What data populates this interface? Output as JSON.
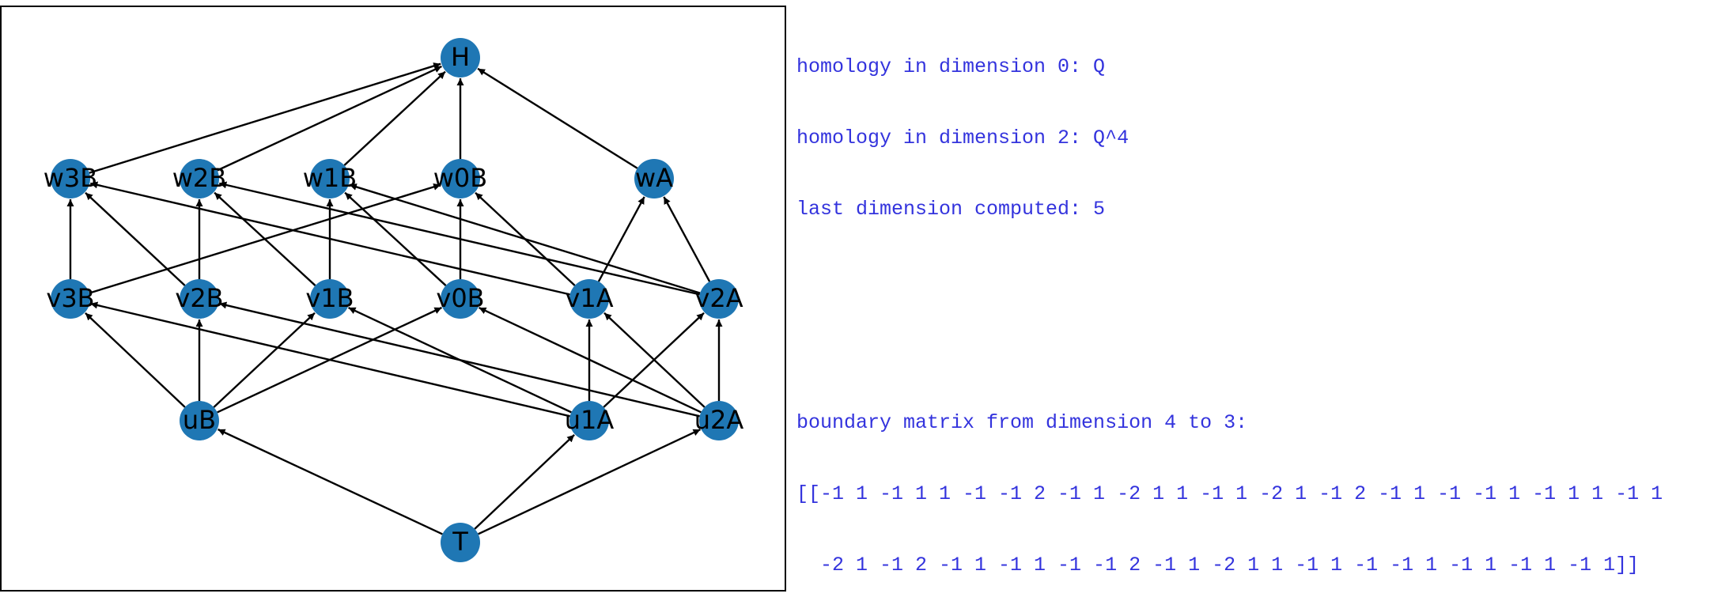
{
  "graph": {
    "colors": {
      "node": "#1f77b4",
      "edge": "#000000",
      "frame": "#000000"
    },
    "nodes": [
      "H",
      "w3B",
      "w2B",
      "w1B",
      "w0B",
      "wA",
      "v3B",
      "v2B",
      "v1B",
      "v0B",
      "v1A",
      "v2A",
      "uB",
      "u1A",
      "u2A",
      "T"
    ],
    "edges": [
      [
        "w3B",
        "H"
      ],
      [
        "w2B",
        "H"
      ],
      [
        "w1B",
        "H"
      ],
      [
        "w0B",
        "H"
      ],
      [
        "wA",
        "H"
      ],
      [
        "v3B",
        "w3B"
      ],
      [
        "v2B",
        "w3B"
      ],
      [
        "v1A",
        "w3B"
      ],
      [
        "v2B",
        "w2B"
      ],
      [
        "v1B",
        "w2B"
      ],
      [
        "v2A",
        "w2B"
      ],
      [
        "v1B",
        "w1B"
      ],
      [
        "v0B",
        "w1B"
      ],
      [
        "v2A",
        "w1B"
      ],
      [
        "v3B",
        "w0B"
      ],
      [
        "v0B",
        "w0B"
      ],
      [
        "v1A",
        "w0B"
      ],
      [
        "v1A",
        "wA"
      ],
      [
        "v2A",
        "wA"
      ],
      [
        "uB",
        "v3B"
      ],
      [
        "uB",
        "v2B"
      ],
      [
        "uB",
        "v1B"
      ],
      [
        "uB",
        "v0B"
      ],
      [
        "u1A",
        "v3B"
      ],
      [
        "u1A",
        "v1B"
      ],
      [
        "u1A",
        "v1A"
      ],
      [
        "u1A",
        "v2A"
      ],
      [
        "u2A",
        "v2B"
      ],
      [
        "u2A",
        "v0B"
      ],
      [
        "u2A",
        "v1A"
      ],
      [
        "u2A",
        "v2A"
      ],
      [
        "T",
        "uB"
      ],
      [
        "T",
        "u1A"
      ],
      [
        "T",
        "u2A"
      ]
    ]
  },
  "output": {
    "lines": [
      "homology in dimension 0: Q",
      "homology in dimension 2: Q^4",
      "last dimension computed: 5"
    ],
    "matrix_lines": [
      "boundary matrix from dimension 4 to 3:",
      "[[-1 1 -1 1 1 -1 -1 2 -1 1 -2 1 1 -1 1 -2 1 -1 2 -1 1 -1 -1 1 -1 1 1 -1 1",
      "  -2 1 -1 2 -1 1 -1 1 -1 -1 2 -1 1 -2 1 1 -1 1 -1 -1 1 -1 1 -1 1 -1 1]]"
    ]
  }
}
